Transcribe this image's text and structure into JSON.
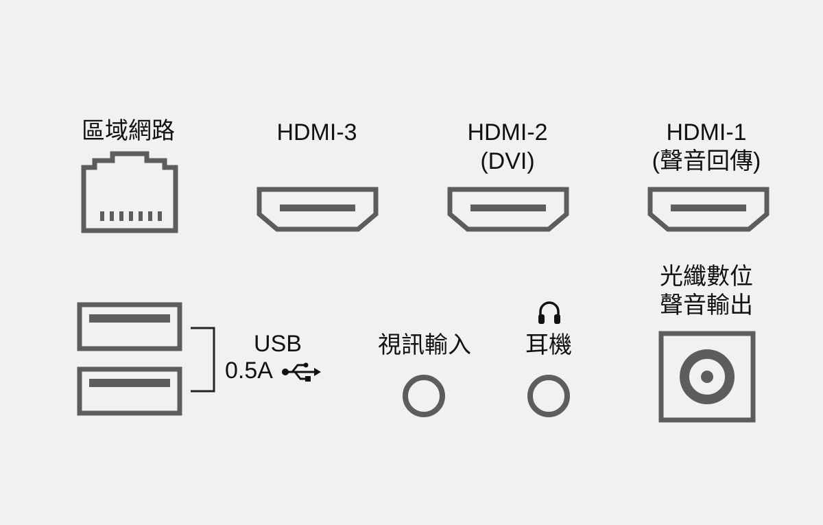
{
  "colors": {
    "background": "#f1f1f1",
    "port_stroke": "#5d5d5d",
    "text": "#111111",
    "bracket": "#222222"
  },
  "ports": {
    "lan": {
      "label": "區域網路",
      "icon": "rj45-port-icon"
    },
    "hdmi3": {
      "label": "HDMI-3",
      "icon": "hdmi-port-icon"
    },
    "hdmi2": {
      "label_line1": "HDMI-2",
      "label_line2": "(DVI)",
      "icon": "hdmi-port-icon"
    },
    "hdmi1": {
      "label_line1": "HDMI-1",
      "label_line2": "(聲音回傳)",
      "icon": "hdmi-port-icon"
    },
    "usb": {
      "label_line1": "USB",
      "label_line2": "0.5A",
      "icon": "usb-port-icon",
      "symbol": "usb-symbol-icon"
    },
    "video_in": {
      "label": "視訊輸入",
      "icon": "av-jack-icon"
    },
    "headphone": {
      "label": "耳機",
      "icon": "headphone-icon"
    },
    "optical": {
      "label_line1": "光纖數位",
      "label_line2": "聲音輸出",
      "icon": "optical-port-icon"
    }
  }
}
